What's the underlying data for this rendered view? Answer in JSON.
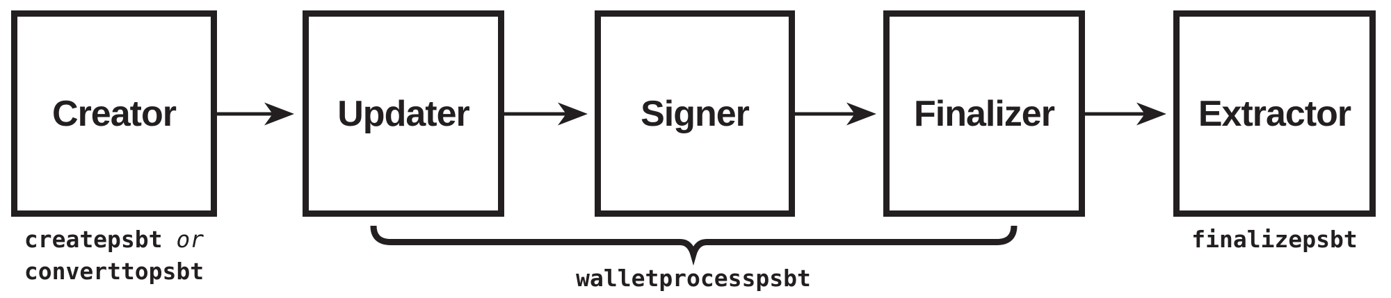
{
  "colors": {
    "ink": "#231f20",
    "background": "#ffffff"
  },
  "flow": {
    "boxes": [
      {
        "label": "Creator"
      },
      {
        "label": "Updater"
      },
      {
        "label": "Signer"
      },
      {
        "label": "Finalizer"
      },
      {
        "label": "Extractor"
      }
    ]
  },
  "captions": {
    "creator": {
      "code1": "createpsbt",
      "conjunction": "or",
      "code2": "converttopsbt"
    },
    "brace_label": "walletprocesspsbt",
    "extractor": "finalizepsbt"
  }
}
